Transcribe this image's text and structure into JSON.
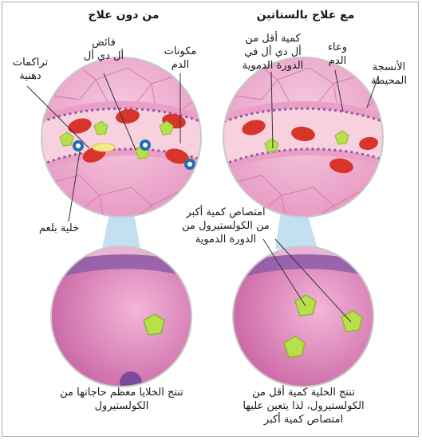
{
  "headers": {
    "with_statins": "مع علاج بالستاتين",
    "without_treatment": "من دون علاج"
  },
  "labels": {
    "less_ldl_in_blood": "كمية أقل من\nأل دي أل في\nالدورة الدموية",
    "blood_vessel": "وعاء\nالدم",
    "surrounding_tissue": "الأنسجة\nالمحيطة",
    "excess_ldl": "فائض\nأل دي أل",
    "blood_components": "مكونات\nالدم",
    "fatty_deposits": "تراكمات\nدهنية",
    "cell_eats": "خلية بلعم",
    "more_uptake": "امتصاص كمية أكبر\nمن الكولستيرول من\nالدورة الدموية"
  },
  "captions": {
    "left": "تنتج الخلايا معظم حاجاتها من\nالكولستيرول",
    "right": "تنتج الخلية كمية أقل من\nالكولستيرول، لذا يتعين عليها\nامتصاص كمية أكبر"
  },
  "colors": {
    "tissue": "#f2b3d3",
    "vessel_wall": "#e08ab8",
    "membrane": "#8a5aa8",
    "blood": "#f5c9d6",
    "red_cell": "#d9342b",
    "ldl": "#b8e04a",
    "blue_cell": "#1f6fb0",
    "cell_interior": "#c25aa0",
    "nucleus": "#7a4a9a",
    "beam": "#b9d9f0"
  }
}
